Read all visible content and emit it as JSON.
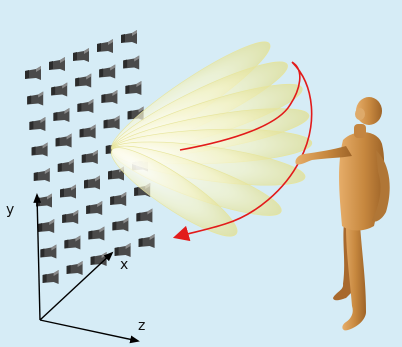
{
  "figure": {
    "axes": {
      "x_label": "x",
      "y_label": "y",
      "z_label": "z"
    },
    "array": {
      "rows": 9,
      "columns": 5,
      "element_icon": "speaker-icon"
    },
    "beam": {
      "lobe_count": 8,
      "lobe_color": "#f2f0b8",
      "sweep_arrow_color": "#e21b1b"
    },
    "person": {
      "icon": "person-figure-icon",
      "color": "#c98a45"
    },
    "colors": {
      "background": "#d6ecf6",
      "speaker": "#4a4a4a",
      "axis": "#000000"
    }
  }
}
